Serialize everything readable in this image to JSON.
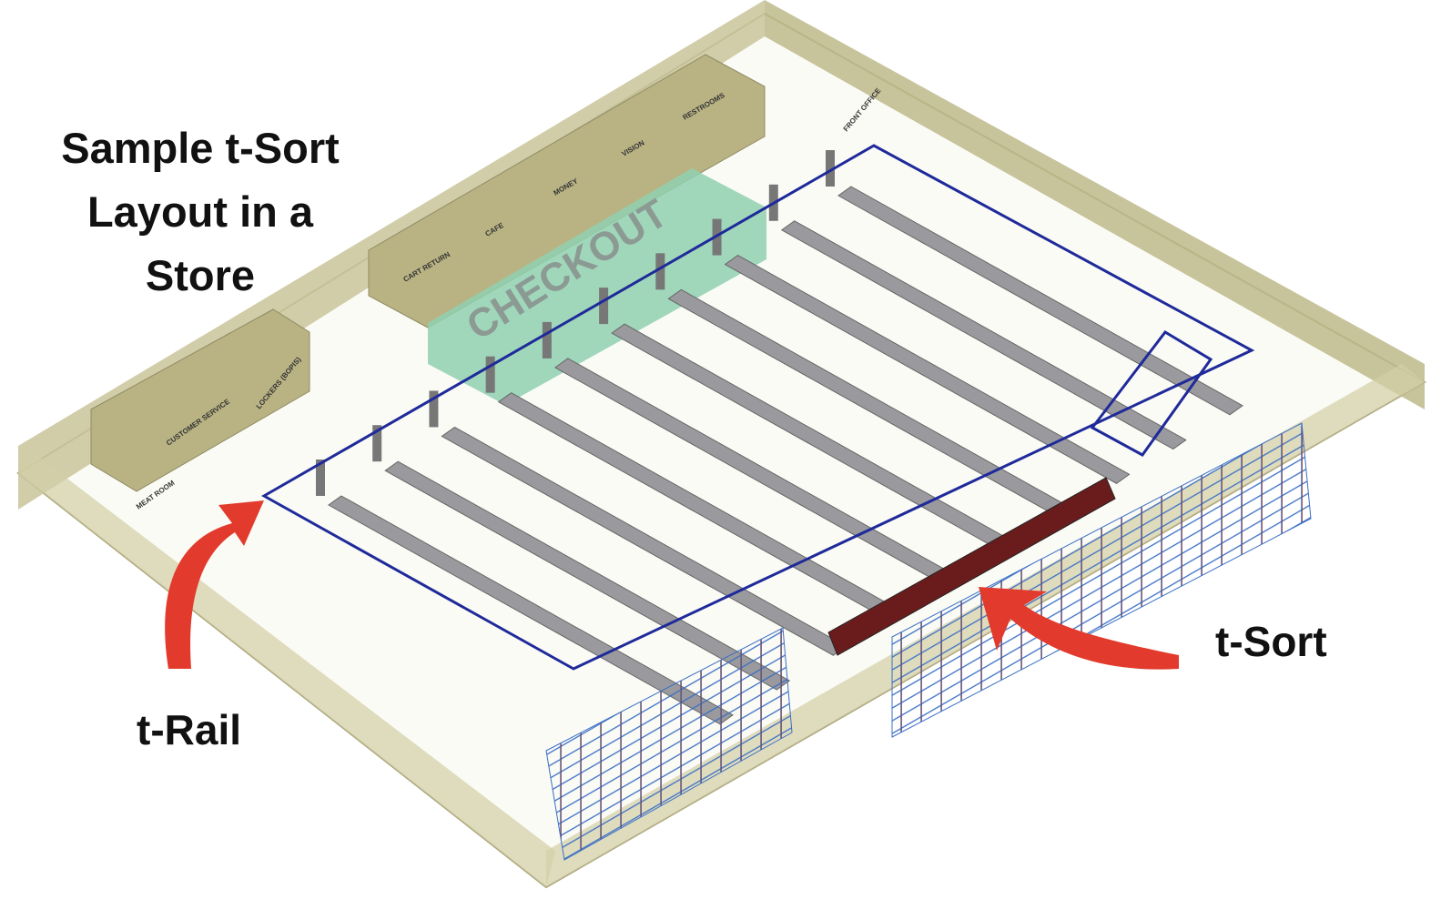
{
  "title": {
    "line1": "Sample t-Sort",
    "line2": "Layout in a",
    "line3": "Store"
  },
  "callouts": {
    "rail": "t-Rail",
    "sort": "t-Sort"
  },
  "rooms": {
    "checkout": "CHECKOUT",
    "cart_return": "CART RETURN",
    "cafe": "CAFE",
    "money": "MONEY",
    "vision": "VISION",
    "restrooms": "RESTROOMS",
    "front_office": "FRONT OFFICE",
    "lockers": "LOCKERS (BOPIS)",
    "customer_service": "CUSTOMER SERVICE",
    "meat_room": "MEAT ROOM"
  },
  "colors": {
    "wall": "#c9c49a",
    "rail": "#1f2a9a",
    "shelf": "#9a9a9e",
    "checkout": "#8fd0b0",
    "arrow": "#e23a2c",
    "rack_blue": "#3a6fc4",
    "rack_red": "#9a3a2a"
  },
  "shelf_rows": 10
}
